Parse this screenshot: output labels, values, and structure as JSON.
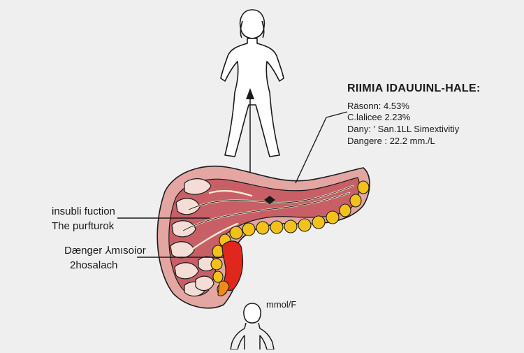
{
  "title": "RIIMIA IDAUUINL-HALE:",
  "stats": [
    {
      "text": "Räsonn:  4.53%"
    },
    {
      "text": "C.lalicee 2.23%"
    },
    {
      "text": "Dany: ' San.1LL   Simextivitiy"
    },
    {
      "text": "Dangere : 22.2 mm./L"
    }
  ],
  "left_labels": {
    "line1": "insubli fuction",
    "line2": "The purfturok",
    "line3": "Dænger ⅄mısoior",
    "line4": "2hosalach"
  },
  "unit_label": "mmol/F",
  "colors": {
    "background": "#efefef",
    "tissue_outer": "#e3a6a3",
    "tissue_inner": "#c85f66",
    "lobule_fill": "#f3ddd6",
    "yellow": "#f2c21b",
    "danger_red": "#e0271c"
  }
}
